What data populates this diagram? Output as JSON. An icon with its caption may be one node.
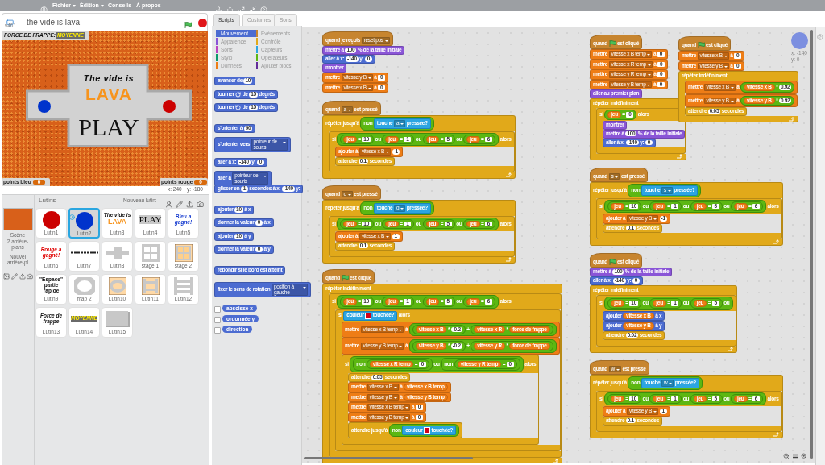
{
  "diagram": {
    "nodes": [
      {
        "text": [
          "The vide is",
          "LAVA",
          "PLAY"
        ]
      },
      {
        "text": [
          "Scène",
          "2 arrière-plans"
        ]
      },
      {
        "text": [
          "Lutin1"
        ]
      },
      {
        "text": [
          "Lutin2"
        ]
      },
      {
        "text": [
          "The vide is",
          "LAVA",
          "Lutin3"
        ]
      },
      {
        "text": [
          "PLAY",
          "Lutin4"
        ]
      },
      {
        "text": [
          "Bleu a gagné!",
          "Lutin5"
        ]
      },
      {
        "text": [
          "Rouge a gagné!",
          "Lutin6"
        ]
      },
      {
        "text": [
          "Lutin7"
        ]
      },
      {
        "text": [
          "Lutin8"
        ]
      },
      {
        "text": [
          "stage 1"
        ]
      },
      {
        "text": [
          "stage 2"
        ]
      },
      {
        "text": [
          "\"Espace\" partie rapide",
          "Lutin9"
        ]
      },
      {
        "text": [
          "map 2"
        ]
      },
      {
        "text": [
          "Lutin10"
        ]
      },
      {
        "text": [
          "Lutin11"
        ]
      },
      {
        "text": [
          "Lutin12"
        ]
      },
      {
        "text": [
          "Force de frappe",
          "Lutin13"
        ]
      },
      {
        "text": [
          "MOYENNE",
          "Lutin14"
        ]
      },
      {
        "text": [
          "Lutin15"
        ]
      },
      {
        "text": [
          "avancer de",
          "10"
        ]
      },
      {
        "text": [
          "tourner",
          "de",
          "15",
          "degrés"
        ]
      },
      {
        "text": [
          "tourner",
          "de",
          "15",
          "degrés"
        ]
      },
      {
        "text": [
          "s'orienter à",
          "90"
        ]
      },
      {
        "text": [
          "s'orienter vers",
          "pointeur de souris"
        ]
      },
      {
        "text": [
          "aller à x:",
          "-140",
          "y:",
          "0"
        ]
      },
      {
        "text": [
          "aller à",
          "pointeur de souris"
        ]
      },
      {
        "text": [
          "glisser en",
          "1",
          "secondes à x:",
          "-140",
          "y:"
        ]
      },
      {
        "text": [
          "ajouter",
          "10",
          "à x"
        ]
      },
      {
        "text": [
          "donner la valeur",
          "0",
          "à x"
        ]
      },
      {
        "text": [
          "ajouter",
          "10",
          "à y"
        ]
      },
      {
        "text": [
          "donner la valeur",
          "0",
          "à y"
        ]
      },
      {
        "text": [
          "rebondir si le bord est atteint"
        ]
      },
      {
        "text": [
          "fixer le sens de rotation",
          "position à gauche"
        ]
      },
      {
        "text": [
          "quand je reçois",
          "reset pos"
        ]
      },
      {
        "text": [
          "mettre à",
          "100",
          "% de la taille initiale"
        ]
      },
      {
        "text": [
          "aller à x:",
          "-140",
          "y:",
          "0"
        ]
      },
      {
        "text": [
          "montrer"
        ]
      },
      {
        "text": [
          "mettre",
          "vitesse y B",
          "à",
          "0"
        ]
      },
      {
        "text": [
          "mettre",
          "vitesse x B",
          "à",
          "0"
        ]
      },
      {
        "text": [
          "quand",
          "a",
          "est pressé"
        ]
      },
      {
        "text": [
          "répéter jusqu'à",
          "non",
          "touche",
          "a",
          "pressée?"
        ]
      },
      {
        "text": [
          "si",
          "jeu",
          "=",
          "10",
          "ou",
          "jeu",
          "=",
          "1",
          "ou",
          "jeu",
          "=",
          "5",
          "ou",
          "jeu",
          "=",
          "6",
          "alors"
        ],
        "in": 41
      },
      {
        "text": [
          "ajouter à",
          "vitesse x B",
          "-1"
        ],
        "in": 42
      },
      {
        "text": [
          "attendre",
          "0.1",
          "secondes"
        ],
        "in": 42
      },
      {
        "text": [
          "quand",
          "d",
          "est pressé"
        ]
      },
      {
        "text": [
          "répéter jusqu'à",
          "non",
          "touche",
          "d",
          "pressée?"
        ]
      },
      {
        "text": [
          "si",
          "jeu",
          "=",
          "10",
          "ou",
          "jeu",
          "=",
          "1",
          "ou",
          "jeu",
          "=",
          "5",
          "ou",
          "jeu",
          "=",
          "6",
          "alors"
        ],
        "in": 46
      },
      {
        "text": [
          "ajouter à",
          "vitesse x B",
          "1"
        ],
        "in": 47
      },
      {
        "text": [
          "attendre",
          "0.1",
          "secondes"
        ],
        "in": 47
      },
      {
        "text": [
          "quand",
          "est cliqué"
        ]
      },
      {
        "text": [
          "répéter indéfiniment"
        ]
      },
      {
        "text": [
          "si",
          "jeu",
          "=",
          "10",
          "ou",
          "jeu",
          "=",
          "1",
          "ou",
          "jeu",
          "=",
          "5",
          "ou",
          "jeu",
          "=",
          "6",
          "alors"
        ],
        "in": 51
      },
      {
        "text": [
          "si",
          "couleur",
          "touchée?",
          "alors"
        ],
        "in": 52
      },
      {
        "text": [
          "mettre",
          "vitesse x B temp",
          "à",
          "vitesse x B",
          "*",
          "-0.2",
          "+",
          "vitesse x R",
          "*",
          "force de frappe"
        ],
        "in": 53
      },
      {
        "text": [
          "mettre",
          "vitesse y B temp",
          "à",
          "vitesse y B",
          "*",
          "-0.2",
          "+",
          "vitesse y R",
          "*",
          "force de frappe"
        ],
        "in": 53
      },
      {
        "text": [
          "si",
          "non",
          "vitesse x R temp",
          "=",
          "0",
          "ou",
          "non",
          "vitesse y R temp",
          "=",
          "0",
          "alors"
        ],
        "in": 53
      },
      {
        "text": [
          "attendre",
          "0.05",
          "secondes"
        ],
        "in": 56
      },
      {
        "text": [
          "mettre",
          "vitesse x B",
          "à",
          "vitesse x B temp"
        ],
        "in": 56
      },
      {
        "text": [
          "mettre",
          "vitesse y B",
          "à",
          "vitesse y B temp"
        ],
        "in": 56
      },
      {
        "text": [
          "mettre",
          "vitesse x B temp",
          "à",
          "0"
        ],
        "in": 56
      },
      {
        "text": [
          "mettre",
          "vitesse y B temp",
          "à",
          "0"
        ],
        "in": 56
      },
      {
        "text": [
          "attendre jusqu'à",
          "non",
          "couleur",
          "touchée?"
        ],
        "in": 56
      },
      {
        "text": [
          "quand",
          "est cliqué"
        ]
      },
      {
        "text": [
          "mettre",
          "vitesse x B temp",
          "à",
          "0"
        ]
      },
      {
        "text": [
          "mettre",
          "vitesse x R temp",
          "à",
          "0"
        ]
      },
      {
        "text": [
          "mettre",
          "vitesse y R temp",
          "à",
          "0"
        ]
      },
      {
        "text": [
          "mettre",
          "vitesse y B temp",
          "à",
          "0"
        ]
      },
      {
        "text": [
          "aller au premier plan"
        ]
      },
      {
        "text": [
          "répéter indéfiniment"
        ]
      },
      {
        "text": [
          "si",
          "jeu",
          "=",
          "0",
          "alors"
        ],
        "in": 69
      },
      {
        "text": [
          "montrer"
        ],
        "in": 70
      },
      {
        "text": [
          "mettre à",
          "100",
          "% de la taille initiale"
        ],
        "in": 70
      },
      {
        "text": [
          "aller à x:",
          "-140",
          "y:",
          "0"
        ],
        "in": 70
      },
      {
        "text": [
          "quand",
          "s",
          "est pressé"
        ]
      },
      {
        "text": [
          "répéter jusqu'à",
          "non",
          "touche",
          "s",
          "pressée?"
        ]
      },
      {
        "text": [
          "si",
          "jeu",
          "=",
          "10",
          "ou",
          "jeu",
          "=",
          "1",
          "ou",
          "jeu",
          "=",
          "5",
          "ou",
          "jeu",
          "=",
          "6",
          "alors"
        ],
        "in": 75
      },
      {
        "text": [
          "ajouter à",
          "vitesse y B",
          "-1"
        ],
        "in": 76
      },
      {
        "text": [
          "attendre",
          "0.1",
          "secondes"
        ],
        "in": 76
      },
      {
        "text": [
          "quand",
          "est cliqué"
        ]
      },
      {
        "text": [
          "mettre",
          "vitesse x B",
          "à",
          "0"
        ]
      },
      {
        "text": [
          "mettre",
          "vitesse y B",
          "à",
          "0"
        ]
      },
      {
        "text": [
          "répéter indéfiniment"
        ]
      },
      {
        "text": [
          "mettre",
          "vitesse x B",
          "à",
          "vitesse x B",
          "*",
          "0.92"
        ],
        "in": 82
      },
      {
        "text": [
          "mettre",
          "vitesse y B",
          "à",
          "vitesse y B",
          "*",
          "0.92"
        ],
        "in": 82
      },
      {
        "text": [
          "attendre",
          "0.05",
          "secondes"
        ],
        "in": 82
      },
      {
        "text": [
          "quand",
          "est cliqué"
        ]
      },
      {
        "text": [
          "mettre à",
          "100",
          "% de la taille initiale"
        ]
      },
      {
        "text": [
          "aller à x:",
          "-140",
          "y:",
          "0"
        ]
      },
      {
        "text": [
          "répéter indéfiniment"
        ]
      },
      {
        "text": [
          "si",
          "jeu",
          "=",
          "10",
          "ou",
          "jeu",
          "=",
          "1",
          "ou",
          "jeu",
          "=",
          "5",
          "ou"
        ],
        "in": 89
      },
      {
        "text": [
          "ajouter",
          "vitesse x B",
          "à x"
        ],
        "in": 90
      },
      {
        "text": [
          "ajouter",
          "vitesse y B",
          "à y"
        ],
        "in": 90
      },
      {
        "text": [
          "attendre",
          "0.02",
          "secondes"
        ],
        "in": 90
      },
      {
        "text": [
          "quand",
          "w",
          "est pressé"
        ]
      },
      {
        "text": [
          "répéter jusqu'à",
          "non",
          "touche",
          "w",
          "pressée?"
        ]
      },
      {
        "text": [
          "si",
          "jeu",
          "=",
          "10",
          "ou",
          "jeu",
          "=",
          "1",
          "ou",
          "jeu",
          "=",
          "5",
          "ou",
          "jeu",
          "=",
          "6",
          "alors"
        ],
        "in": 95
      },
      {
        "text": [
          "ajouter à",
          "vitesse y B",
          "1"
        ],
        "in": 96
      },
      {
        "text": [
          "attendre",
          "0.1",
          "secondes"
        ],
        "in": 96
      }
    ],
    "labels": [
      "Fichier",
      "Édition",
      "Conseils",
      "À propos",
      "v461",
      "the vide is lava",
      "FORCE DE FRAPPE:",
      "MOYENNE",
      "points bleu",
      "0",
      "points rouge",
      "0",
      "x: 240",
      "y: -180",
      "Scripts",
      "Costumes",
      "Sons",
      "Mouvement",
      "Événements",
      "Apparence",
      "Contrôle",
      "Sons",
      "Capteurs",
      "Stylo",
      "Opérateurs",
      "Données",
      "Ajouter blocs",
      "Lutins",
      "Nouveau lutin:",
      "Nouvel arrière-pl",
      "abscisse x",
      "ordonnée y",
      "direction",
      "x: -140",
      "y: 0"
    ]
  }
}
